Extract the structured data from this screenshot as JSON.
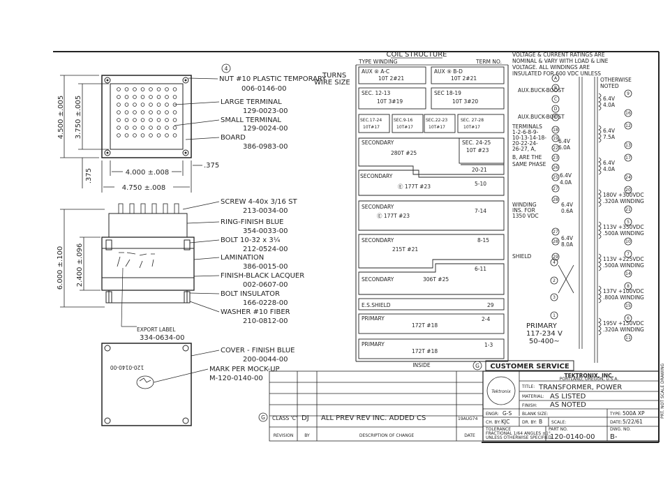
{
  "callout_number": "4",
  "nut": {
    "label": "NUT #10 PLASTIC TEMPORARY",
    "part": "006-0146-00"
  },
  "turns_wire_size": [
    "TURNS",
    "WIRE SIZE"
  ],
  "large_terminal": {
    "label": "LARGE TERMINAL",
    "part": "129-0023-00"
  },
  "small_terminal": {
    "label": "SMALL TERMINAL",
    "part": "129-0024-00"
  },
  "board": {
    "label": "BOARD",
    "part": "386-0983-00"
  },
  "dims": {
    "height_overall": "4.500 ±.005",
    "height_inner": "3.750 ±.005",
    "width_inner": "4.000 ±.008",
    "width_overall": "4.750 ±.008",
    "offset": ".375",
    "offset_v": ".375",
    "stack_height": "6.000 ±.100",
    "lam_height": "2.400 ±.096"
  },
  "screw": {
    "label": "SCREW 4-40x 3/16 ST",
    "part": "213-0034-00"
  },
  "ring": {
    "label": "RING-FINISH BLUE",
    "part": "354-0033-00"
  },
  "bolt": {
    "label": "BOLT 10-32 x 3¼",
    "part": "212-0524-00"
  },
  "lamination": {
    "label": "LAMINATION",
    "part": "386-0015-00"
  },
  "finish": {
    "label": "FINISH-BLACK LACQUER",
    "part": "002-0607-00"
  },
  "bolt_insulator": {
    "label": "BOLT INSULATOR",
    "part": "166-0228-00"
  },
  "washer": {
    "label": "WASHER #10 FIBER",
    "part": "210-0812-00"
  },
  "export_label": {
    "label": "EXPORT LABEL",
    "part": "334-0634-00"
  },
  "cover": {
    "label": "COVER - FINISH BLUE",
    "part": "200-0044-00"
  },
  "mark": {
    "label": "MARK PER MOCK-UP",
    "part": "M-120-0140-00"
  },
  "cover_mark": "120-0140-00",
  "coil": {
    "title": "COIL STRUCTURE",
    "col_type": "TYPE WINDING",
    "col_term": "TERM NO.",
    "inside": "INSIDE",
    "rows": [
      {
        "left": "AUX ⑧ A-C",
        "left2": "10T 2#21",
        "right": "AUX ⑨ B-D",
        "right2": "10T 2#21"
      },
      {
        "left": "SEC. 12-13",
        "left2": "10T 3#19",
        "right": "SEC 18-19",
        "right2": "10T 3#20"
      },
      {
        "a": "SEC.17-24",
        "a2": "10T#17",
        "b": "SEC.9-16",
        "b2": "10T#17",
        "c": "SEC.22-23",
        "c2": "10T#17",
        "d": "SEC. 27-28",
        "d2": "10T#17"
      }
    ],
    "sec1": {
      "name": "SECONDARY",
      "turns": "280T #25",
      "sub": "SEC. 24-25",
      "sub2": "10T #23",
      "term": "20-21"
    },
    "sec2": {
      "name": "SECONDARY",
      "turns": "Ⓔ 177T #23",
      "term": "5-10"
    },
    "sec3": {
      "name": "SECONDARY",
      "turns": "Ⓔ 177T #23",
      "term": "7-14"
    },
    "sec4": {
      "name": "SECONDARY",
      "turns": "215T #21",
      "term": "8-15"
    },
    "sec5": {
      "name": "SECONDARY",
      "turns": "306T #25",
      "term": "6-11"
    },
    "shield": {
      "name": "E.S.SHIELD",
      "term": "29"
    },
    "pri1": {
      "name": "PRIMARY",
      "turns": "172T #18",
      "term": "2-4"
    },
    "pri2": {
      "name": "PRIMARY",
      "turns": "172T #18",
      "term": "1-3"
    }
  },
  "notes": {
    "ratings": [
      "VOLTAGE & CURRENT RATINGS ARE",
      "NOMINAL & VARY WITH LOAD & LINE",
      "VOLTAGE. ALL WINDINGS ARE",
      "INSULATED FOR 600 VDC UNLESS",
      "OTHERWISE",
      "NOTED"
    ],
    "aux_boost": "AUX.BUCK-BOOST",
    "aux_boost2": "AUX.BUCK-BOOST",
    "terminals": [
      "TERMINALS",
      "1-2-6-8-9-",
      "10-13-14-18-",
      "20-22-24-",
      "26-27, A,",
      "B, ARE THE",
      "SAME PHASE"
    ],
    "winding_ins": [
      "WINDING",
      "INS. FOR",
      "1350 VDC"
    ],
    "shield": "SHIELD",
    "primary": [
      "PRIMARY",
      "117-234 V",
      "50-400~"
    ]
  },
  "ratings_mid": [
    "6.4V",
    "6.0A",
    "6.4V",
    "4.0A",
    "6.4V",
    "0.6A",
    "6.4V",
    "8.0A"
  ],
  "ratings_right": [
    {
      "v": "6.4V",
      "a": "4.0A",
      "t1": "9",
      "t2": "16"
    },
    {
      "v": "6.4V",
      "a": "7.5A",
      "t1": "12",
      "t2": "13"
    },
    {
      "v": "6.4V",
      "a": "4.0A",
      "t1": "17",
      "t2": "24"
    },
    {
      "v": "180V +300VDC",
      "a": ".320A WINDING",
      "t1": "20",
      "t2": "21"
    },
    {
      "v": "113V +350VDC",
      "a": ".500A WINDING",
      "t1": "5",
      "t2": "10"
    },
    {
      "v": "113V +225VDC",
      "a": ".500A WINDING",
      "t1": "7",
      "t2": "14"
    },
    {
      "v": "137V +100VDC",
      "a": ".800A WINDING",
      "t1": "8",
      "t2": "15"
    },
    {
      "v": "195V +150VDC",
      "a": ".320A WINDING",
      "t1": "6",
      "t2": "11"
    }
  ],
  "customer_service": "CUSTOMER SERVICE",
  "tek": {
    "name": "TEKTRONIX, INC.",
    "city": "PORTLAND, OREGON, U.S.A."
  },
  "title_block": {
    "title_label": "TITLE:",
    "title": "TRANSFORMER, POWER",
    "material_label": "MATERIAL:",
    "material": "AS LISTED",
    "finish_label": "FINISH:",
    "finish": "AS NOTED",
    "engr_label": "ENGR:",
    "engr": "G-S",
    "blank_label": "BLANK SIZE:",
    "type_label": "TYPE:",
    "type": "500A XP",
    "ch_label": "CH. BY:",
    "ch": "KJC",
    "dr_label": "DR. BY:",
    "dr": "B",
    "scale_label": "SCALE:",
    "date_label": "DATE:",
    "date": "5/22/61",
    "tolerance": [
      "TOLERANCE",
      "FRACTIONAL 1/64 ANGLES ±1°",
      "UNLESS OTHERWISE SPECIFIED"
    ],
    "part_label": "PART NO.",
    "part": "120-0140-00",
    "dwg_label": "DWG. NO.",
    "dwg": "B-"
  },
  "revision": {
    "letter": "G",
    "class": "CLASS 'C'",
    "by": "DJ",
    "desc": "ALL PREV REV INC. ADDED CS",
    "date": "19AUG74",
    "headers": [
      "REVISION",
      "BY",
      "DESCRIPTION OF CHANGE",
      "DATE"
    ]
  },
  "revision_marker": "G",
  "side_note": "PRT. NOT SCALE DRAWING"
}
